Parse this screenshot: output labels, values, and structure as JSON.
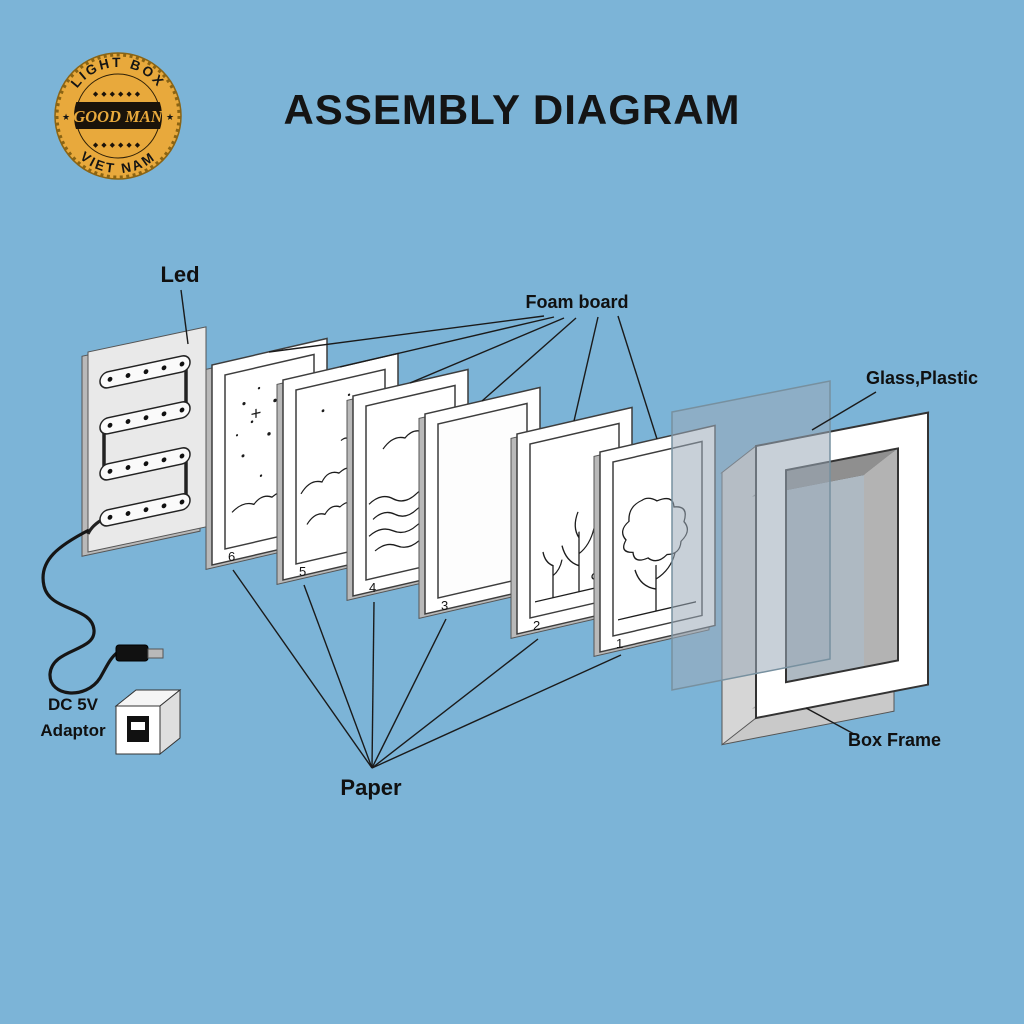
{
  "colors": {
    "background": "#7cb4d7",
    "badge_gold": "#e8a93c",
    "badge_dark": "#1a130a",
    "line": "#1a1a1a"
  },
  "title": "ASSEMBLY DIAGRAM",
  "logo": {
    "arc_top": "LIGHT BOX",
    "name": "GOOD MAN",
    "arc_bottom": "VIET NAM",
    "star": "★",
    "ornament": "◆◆◆◆◆◆"
  },
  "labels": {
    "led": "Led",
    "foam_board": "Foam board",
    "glass_plastic": "Glass,Plastic",
    "box_frame": "Box Frame",
    "paper": "Paper",
    "adaptor_line1": "DC 5V",
    "adaptor_line2": "Adaptor"
  },
  "layer_numbers": [
    "6",
    "5",
    "4",
    "3",
    "2",
    "1"
  ]
}
